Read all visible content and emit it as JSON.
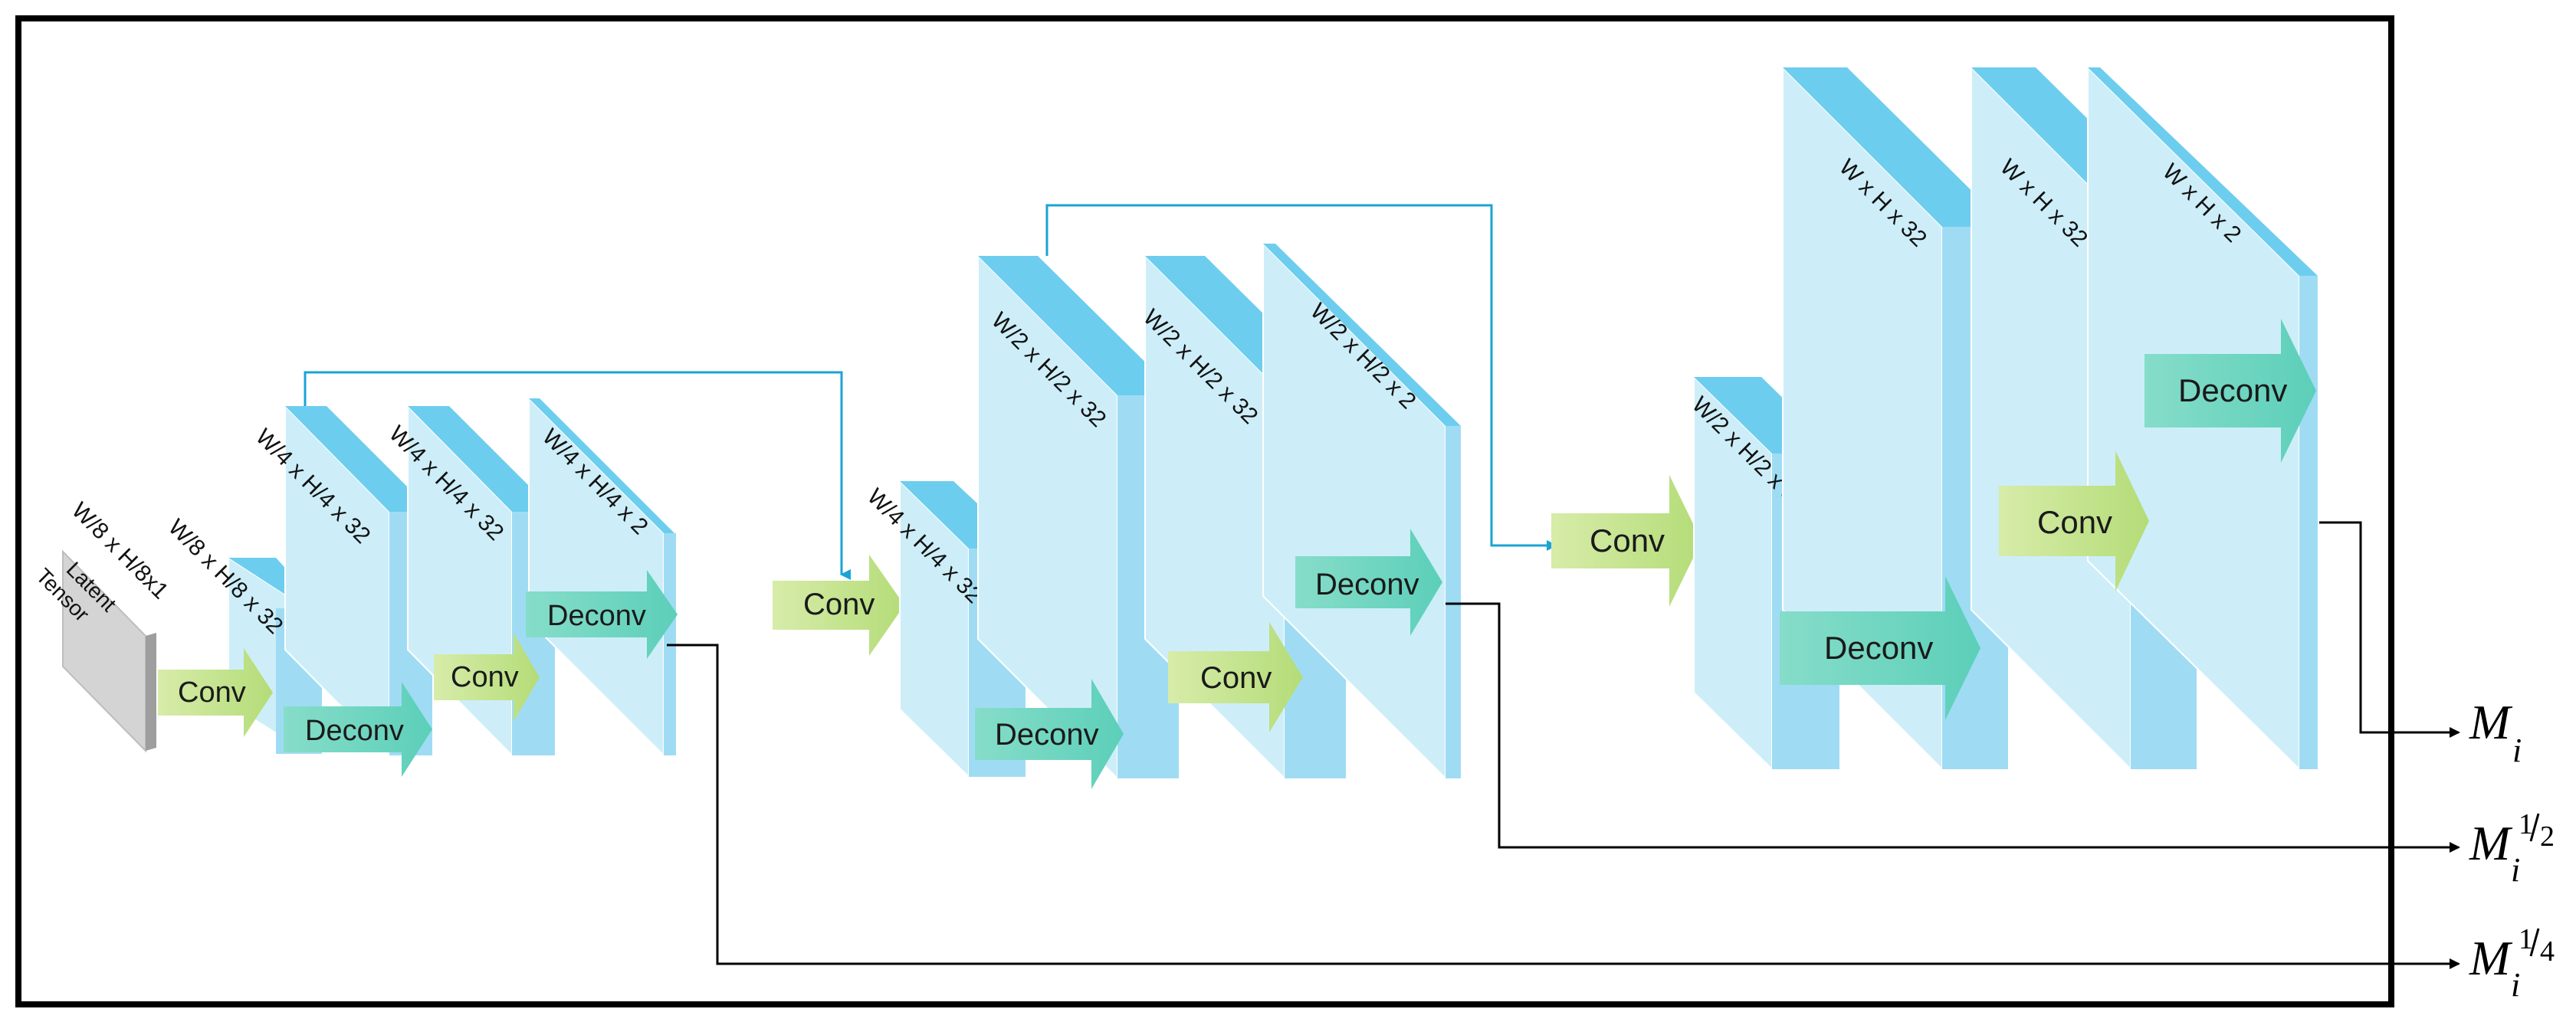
{
  "input": {
    "label_dims": "W/8 x H/8x1",
    "label_line1": "Latent",
    "label_line2": "Tensor"
  },
  "stage1": {
    "block_a": "W/8 x H/8 x 32",
    "block_b": "W/4 x H/4 x 32",
    "block_c": "W/4 x H/4 x 32",
    "block_d": "W/4 x H/4 x 2",
    "op_conv_in": "Conv",
    "op_deconv_up": "Deconv",
    "op_conv_mid": "Conv",
    "op_deconv_out": "Deconv"
  },
  "stage2": {
    "op_conv_in": "Conv",
    "block_a": "W/4 x H/4 x 32",
    "block_b": "W/2 x H/2 x 32",
    "block_c": "W/2 x H/2 x 32",
    "block_d": "W/2 x H/2 x 2",
    "op_deconv_up": "Deconv",
    "op_conv_mid": "Conv",
    "op_deconv_out": "Deconv"
  },
  "stage3": {
    "op_conv_in": "Conv",
    "block_a": "W/2 x H/2 x 32",
    "block_b": "W x H x 32",
    "block_c": "W x H x 32",
    "block_d": "W x H x 2",
    "op_deconv_up": "Deconv",
    "op_conv_mid": "Conv",
    "op_deconv_out": "Deconv"
  },
  "outputs": {
    "full": {
      "symbol": "M",
      "subscript": "i"
    },
    "half": {
      "symbol": "M",
      "subscript": "i",
      "sup_num": "1",
      "sup_den": "2"
    },
    "quarter": {
      "symbol": "M",
      "subscript": "i",
      "sup_num": "1",
      "sup_den": "4"
    }
  },
  "colors": {
    "block_front": "#cdeef8",
    "block_top": "#6dcdee",
    "block_side": "#9fdcf4",
    "conv_arrow": "#c4e48e",
    "deconv_arrow": "#6fd6c2",
    "skip_line": "#1ba3d6",
    "frame": "#000000"
  }
}
